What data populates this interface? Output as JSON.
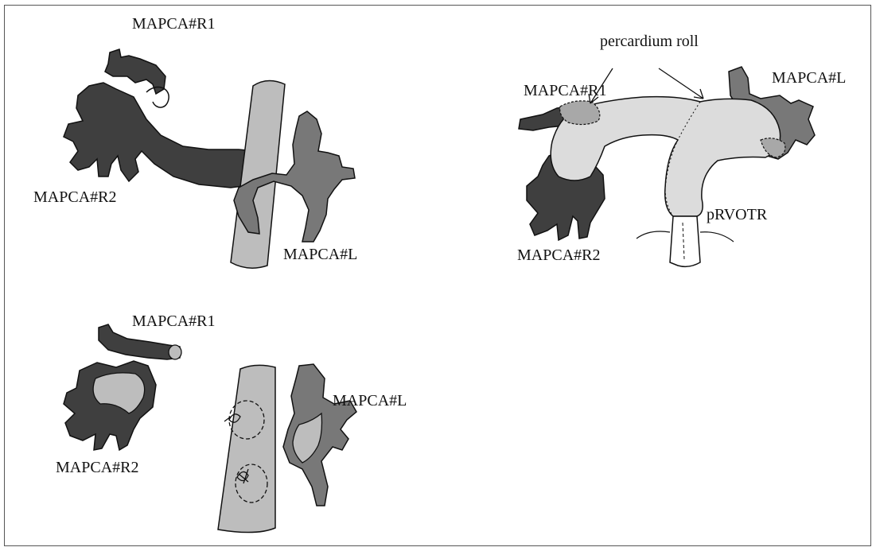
{
  "colors": {
    "dark_vessel": "#3f3f3f",
    "mid_vessel": "#787878",
    "light_vessel": "#bdbdbd",
    "roll_fill": "#dcdcdc",
    "outline": "#111111"
  },
  "panels": {
    "top_left": {
      "labels": {
        "r1": "MAPCA#R1",
        "r2": "MAPCA#R2",
        "l": "MAPCA#L"
      }
    },
    "top_right": {
      "labels": {
        "roll": "percardium roll",
        "r1": "MAPCA#R1",
        "l": "MAPCA#L",
        "r2": "MAPCA#R2",
        "prvotr": "pRVOTR"
      }
    },
    "bottom_left": {
      "labels": {
        "r1": "MAPCA#R1",
        "l": "MAPCA#L",
        "r2": "MAPCA#R2"
      }
    }
  }
}
